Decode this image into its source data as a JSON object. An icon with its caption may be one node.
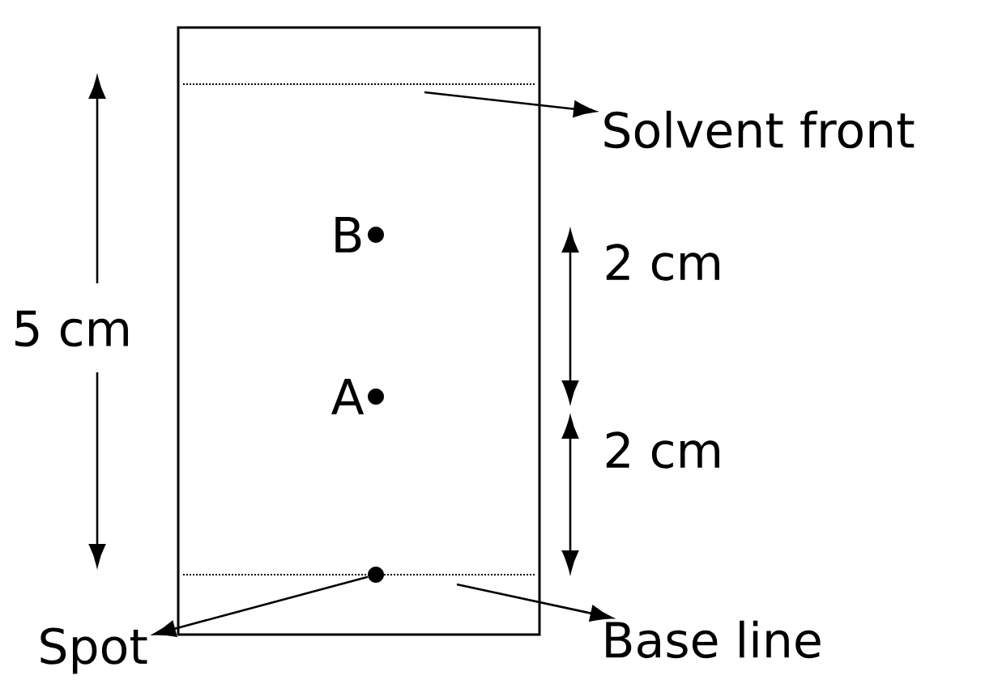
{
  "diagram": {
    "nodes": [
      {
        "text": [],
        "shape": "box"
      },
      {
        "text": [
          "Solvent front"
        ]
      },
      {
        "text": [
          "Spot"
        ]
      },
      {
        "text": [
          "Base line"
        ]
      },
      {
        "text": [],
        "shape": "circle",
        "in": 0
      },
      {
        "text": [],
        "shape": "circle",
        "in": 0
      },
      {
        "text": [],
        "shape": "circle",
        "in": 0
      }
    ],
    "edges": [
      {
        "from": null,
        "to": 1,
        "arrow": "to"
      },
      {
        "from": 6,
        "to": 2,
        "arrow": "to"
      },
      {
        "from": null,
        "to": 3,
        "arrow": "to"
      }
    ],
    "labels": [
      "5 cm",
      "B",
      "2 cm",
      "A",
      "2 cm"
    ]
  }
}
